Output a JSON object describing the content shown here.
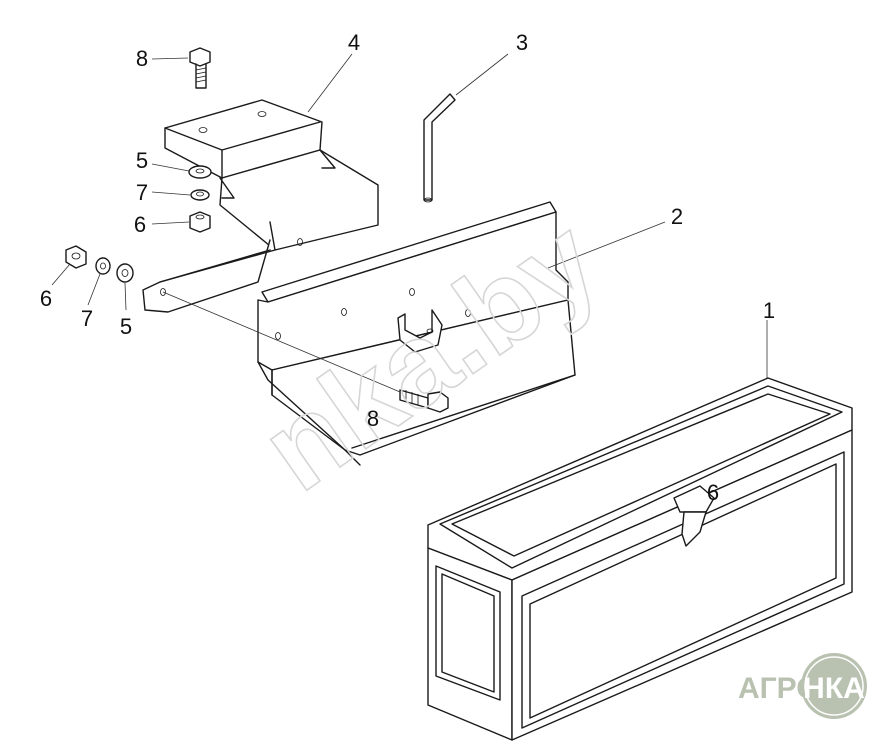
{
  "diagram": {
    "callouts": {
      "box": "1",
      "rail": "2",
      "pin": "3",
      "bracket": "4",
      "washer_top": "5",
      "lockwasher_top": "7",
      "nut_top": "6",
      "bolt_top": "8",
      "nut_left": "6",
      "lockwasher_left": "7",
      "washer_left": "5",
      "bolt_bottom": "8",
      "latch": "6"
    },
    "watermark": "nka.by",
    "logo": {
      "left_text": "АГРО",
      "circle_text": "НКА",
      "color": "#b9c2b0"
    }
  }
}
